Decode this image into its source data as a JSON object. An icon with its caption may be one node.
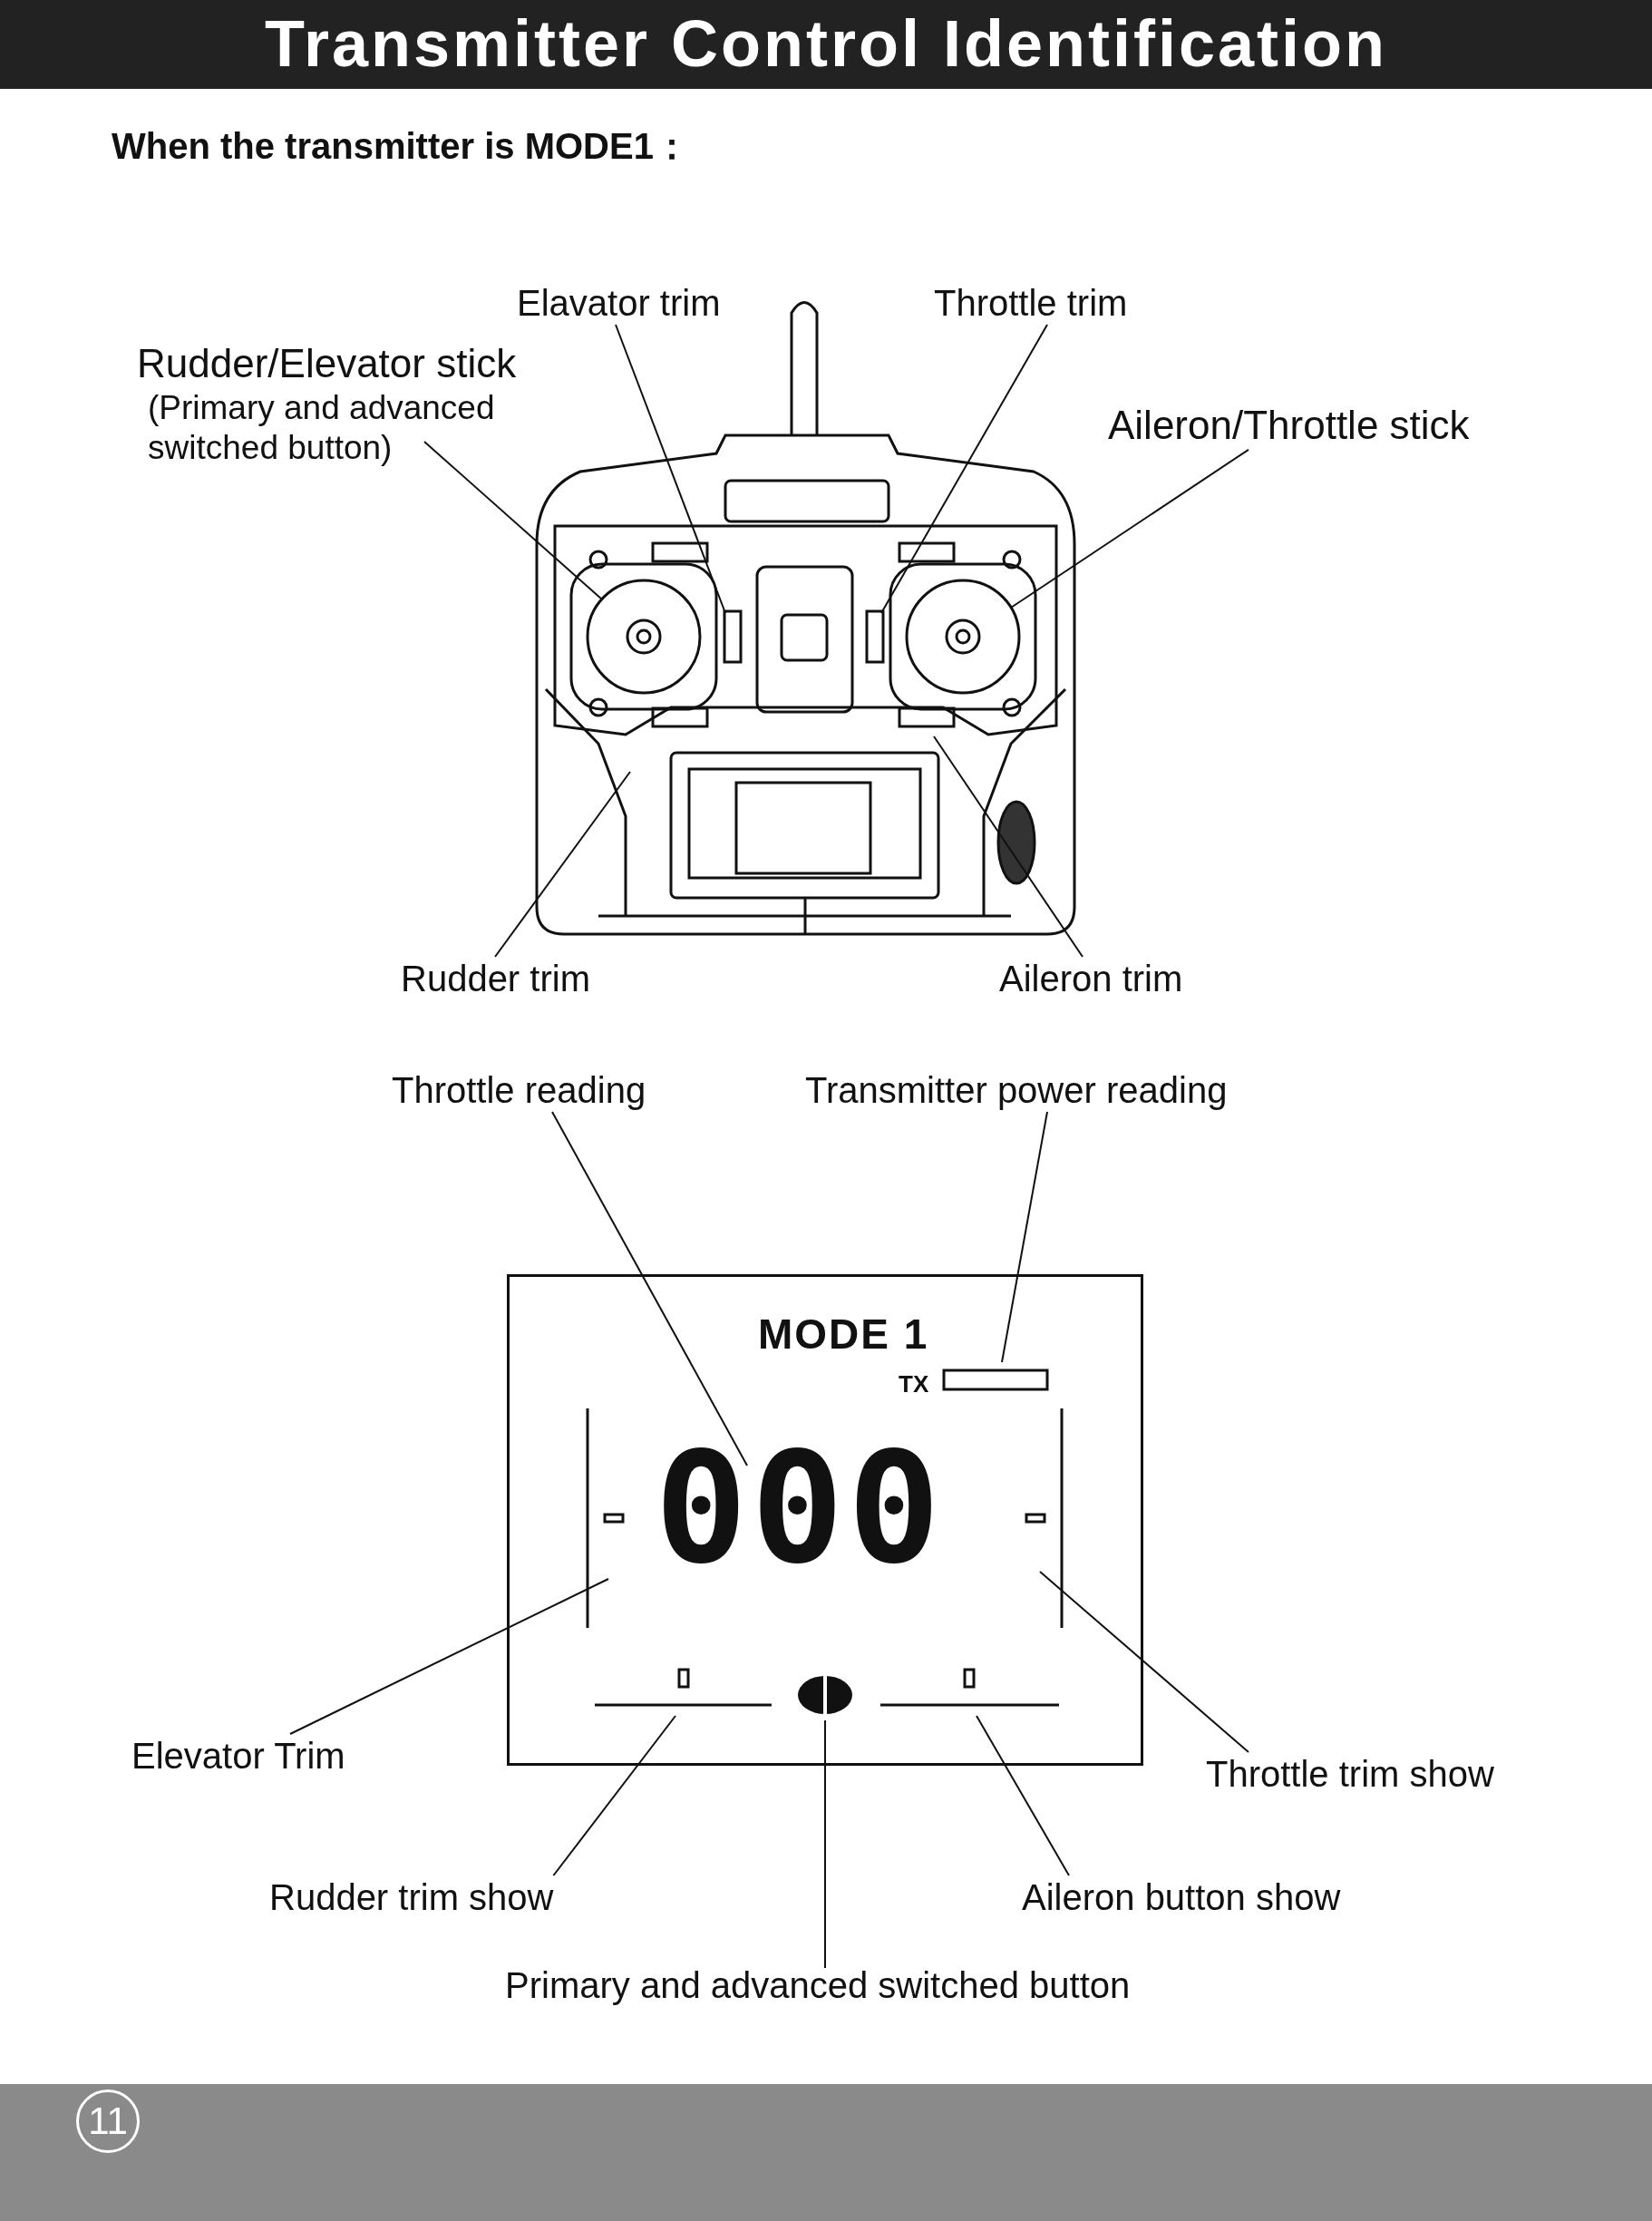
{
  "diagram": {
    "title": "Transmitter Control Identification",
    "nodes": [
      {
        "text": [
          "Elavator trim"
        ]
      },
      {
        "text": [
          "Throttle trim"
        ]
      },
      {
        "text": [
          "Rudder/Elevator stick",
          "(Primary and advanced switched button)"
        ]
      },
      {
        "text": [
          "Aileron/Throttle stick"
        ]
      },
      {
        "text": [
          "Rudder trim"
        ]
      },
      {
        "text": [
          "Aileron trim"
        ]
      },
      {
        "text": [
          "Throttle reading"
        ]
      },
      {
        "text": [
          "Transmitter power reading"
        ]
      },
      {
        "text": [
          "MODE 1",
          "TX",
          "000"
        ]
      },
      {
        "text": [
          "Elevator Trim"
        ]
      },
      {
        "text": [
          "Throttle trim show"
        ]
      },
      {
        "text": [
          "Rudder trim show"
        ]
      },
      {
        "text": [
          "Aileron button show"
        ]
      },
      {
        "text": [
          "Primary and advanced switched button"
        ]
      },
      {
        "text": [],
        "shape": "circle"
      },
      {
        "text": [],
        "shape": "circle"
      },
      {
        "text": [],
        "shape": "box"
      },
      {
        "text": [],
        "shape": "box"
      }
    ],
    "edges": [
      {
        "from": 0,
        "to": 16,
        "arrow": "none"
      },
      {
        "from": 1,
        "to": 17,
        "arrow": "none"
      },
      {
        "from": 2,
        "to": 14,
        "arrow": "none"
      },
      {
        "from": 3,
        "to": 15,
        "arrow": "none"
      },
      {
        "from": 4,
        "to": null,
        "arrow": "none"
      },
      {
        "from": 5,
        "to": null,
        "arrow": "none"
      },
      {
        "from": 6,
        "to": 8,
        "arrow": "none"
      },
      {
        "from": 7,
        "to": 8,
        "arrow": "none"
      },
      {
        "from": 9,
        "to": 8,
        "arrow": "none"
      },
      {
        "from": 10,
        "to": 8,
        "arrow": "none"
      },
      {
        "from": 11,
        "to": 8,
        "arrow": "none"
      },
      {
        "from": 12,
        "to": 8,
        "arrow": "none"
      },
      {
        "from": 13,
        "to": 8,
        "arrow": "none"
      }
    ],
    "labels": [
      "When the transmitter is MODE1：",
      "11"
    ]
  }
}
